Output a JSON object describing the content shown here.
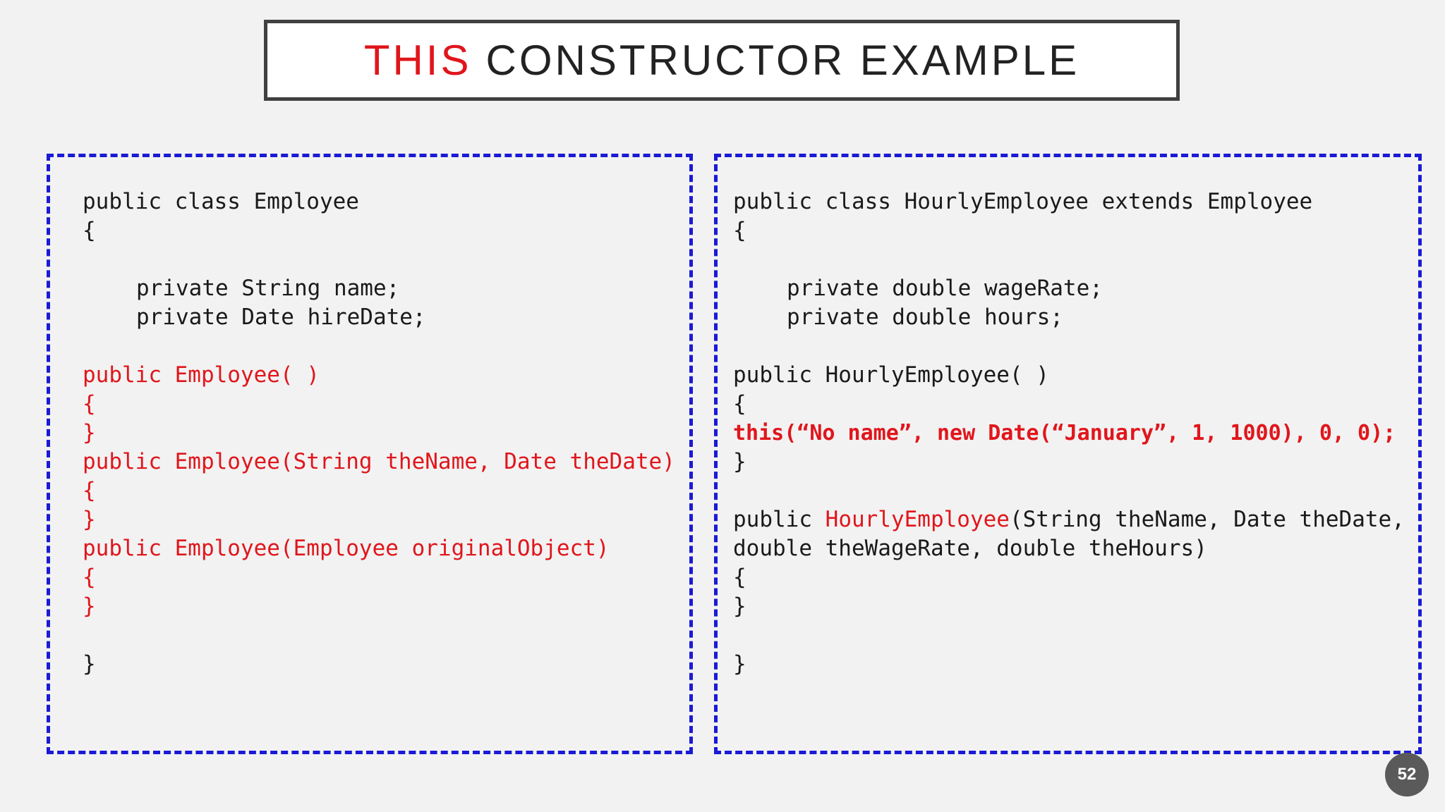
{
  "slide": {
    "title_highlight": "THIS",
    "title_rest": "CONSTRUCTOR EXAMPLE",
    "page_number": "52"
  },
  "left_code": {
    "l1": "public class Employee",
    "l2": "{",
    "l3": "private String name;",
    "l4": "private Date hireDate;",
    "l5": "public Employee( )",
    "l6": "{",
    "l7": "}",
    "l8": "public Employee(String theName, Date theDate)",
    "l9": "{",
    "l10": "}",
    "l11": "public Employee(Employee originalObject)",
    "l12": "{",
    "l13": "}",
    "l14": "}"
  },
  "right_code": {
    "l1": "public class HourlyEmployee extends Employee",
    "l2": "{",
    "l3": "private double wageRate;",
    "l4": "private double hours;",
    "l5": "public HourlyEmployee( )",
    "l6": "{",
    "l7": "this(“No name”, new Date(“January”, 1, 1000), 0, 0);",
    "l8": "}",
    "l9_prefix": "public ",
    "l9_name": "HourlyEmployee",
    "l9_rest": "(String theName, Date theDate,",
    "l10": "double theWageRate, double theHours)",
    "l11": "{",
    "l12": "}",
    "l13": "}"
  },
  "colors": {
    "highlight": "#e0161c",
    "dashed_border": "#1a1ad6",
    "title_border": "#404040"
  }
}
